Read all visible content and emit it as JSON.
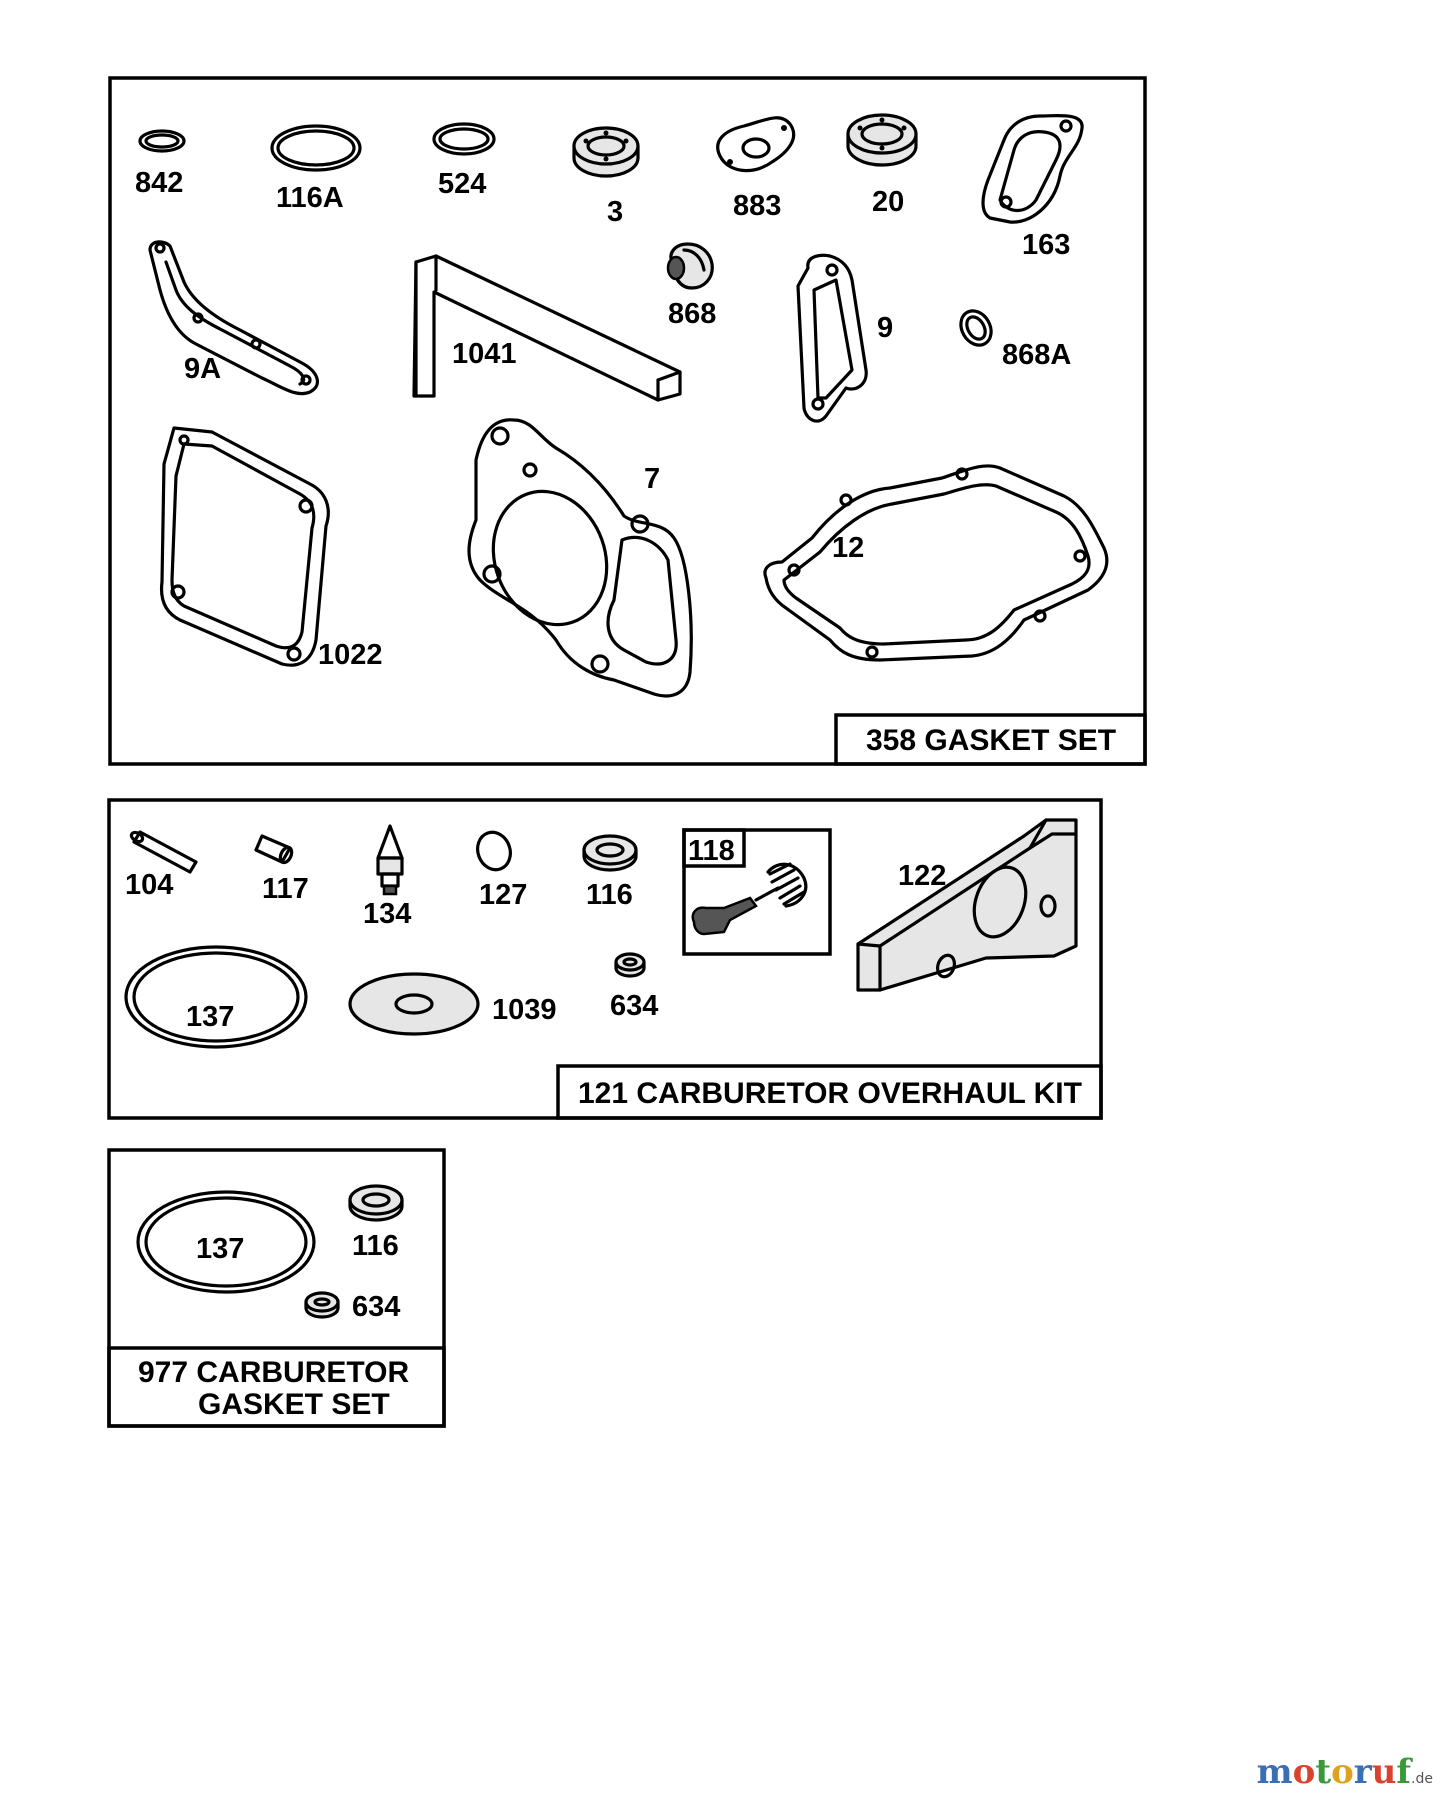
{
  "kits": {
    "gasket_set": {
      "title": "358 GASKET SET",
      "parts": {
        "p842": "842",
        "p116a": "116A",
        "p524": "524",
        "p3": "3",
        "p883": "883",
        "p20": "20",
        "p163": "163",
        "p9a": "9A",
        "p1041": "1041",
        "p868": "868",
        "p9": "9",
        "p868a": "868A",
        "p7": "7",
        "p12": "12",
        "p1022": "1022"
      }
    },
    "carb_overhaul": {
      "title": "121 CARBURETOR OVERHAUL KIT",
      "parts": {
        "p104": "104",
        "p117": "117",
        "p134": "134",
        "p127": "127",
        "p116": "116",
        "p118": "118",
        "p122": "122",
        "p137": "137",
        "p1039": "1039",
        "p634": "634"
      }
    },
    "carb_gasket": {
      "title_line1": "977 CARBURETOR",
      "title_line2": "GASKET SET",
      "parts": {
        "p137": "137",
        "p116": "116",
        "p634": "634"
      }
    }
  },
  "watermark": {
    "letters": [
      "m",
      "o",
      "t",
      "o",
      "r",
      "u",
      "f"
    ],
    "colors": [
      "#3a6fb5",
      "#d9422e",
      "#3a9a3a",
      "#e0a21c",
      "#3a6fb5",
      "#d9422e",
      "#3a9a3a"
    ],
    "tld": ".de"
  }
}
